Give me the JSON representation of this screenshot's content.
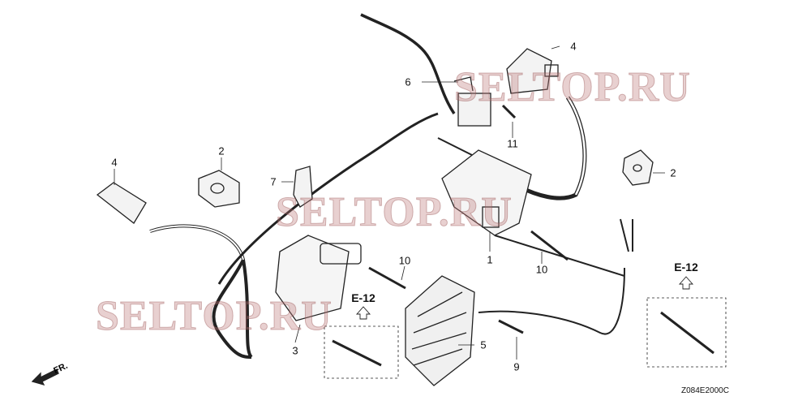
{
  "watermarks": [
    "SELTOP.RU",
    "SELTOP.RU",
    "SELTOP.RU"
  ],
  "callouts": {
    "c1": "1",
    "c2a": "2",
    "c2b": "2",
    "c3": "3",
    "c4a": "4",
    "c4b": "4",
    "c5": "5",
    "c6": "6",
    "c7": "7",
    "c9": "9",
    "c10a": "10",
    "c10b": "10",
    "c11": "11"
  },
  "references": {
    "left": "E-12",
    "right": "E-12"
  },
  "front_marker": "FR.",
  "diagram_code": "Z084E2000C"
}
